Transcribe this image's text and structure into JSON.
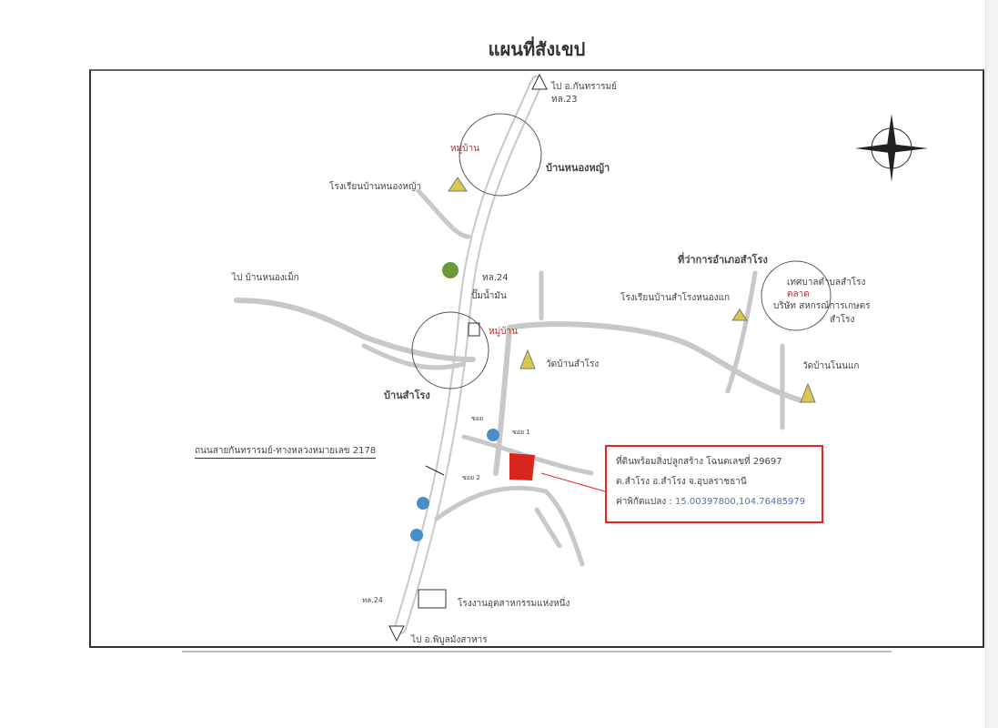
{
  "title": "แผนที่สังเขป",
  "labels": {
    "to_north": "ไป อ.กันทรารมย์",
    "hwy_north": "ทล.23",
    "village1_mark": "หมู่บ้าน",
    "village1": "บ้านหนองหญ้า",
    "school1": "โรงเรียนบ้านหนองหญ้า",
    "to_west": "ไป บ้านหนองเม็ก",
    "hwy_mid": "ทล.24",
    "station": "ปั๊มน้ำมัน",
    "village2_mark": "หมู่บ้าน",
    "temple1": "วัดบ้านสำโรง",
    "village2": "บ้านสำโรง",
    "office": "ที่ว่าการอำเภอสำโรง",
    "school2": "โรงเรียนบ้านสำโรงหนองแก",
    "area3": "เทศบาลตำบลสำโรง",
    "area3b": "ตลาด",
    "area3c": "บริษัท สหกรณ์การเกษตร",
    "area3d": "สำโรง",
    "temple2": "วัดบ้านโนนแก",
    "road": "ถนนสายกันทรารมย์-ทางหลวงหมายเลข 2178",
    "hwy_south": "ทล.24",
    "factory": "โรงงานอุตสาหกรรมแห่งหนึ่ง",
    "to_south": "ไป อ.พิบูลมังสาหาร",
    "small1": "ซอย",
    "small2": "ซอย 1",
    "small3": "ซอย 2"
  },
  "info": {
    "line1": "ที่ดินพร้อมสิ่งปลูกสร้าง โฉนดเลขที่ 29697",
    "line2": "ต.สำโรง อ.สำโรง จ.อุบลราชธานี",
    "coord_label": "ค่าพิกัดแปลง :",
    "coord": "15.00397800,104.76485979"
  },
  "colors": {
    "property": "#d9261c",
    "callout": "#e22222",
    "road": "#c8c8c8"
  }
}
